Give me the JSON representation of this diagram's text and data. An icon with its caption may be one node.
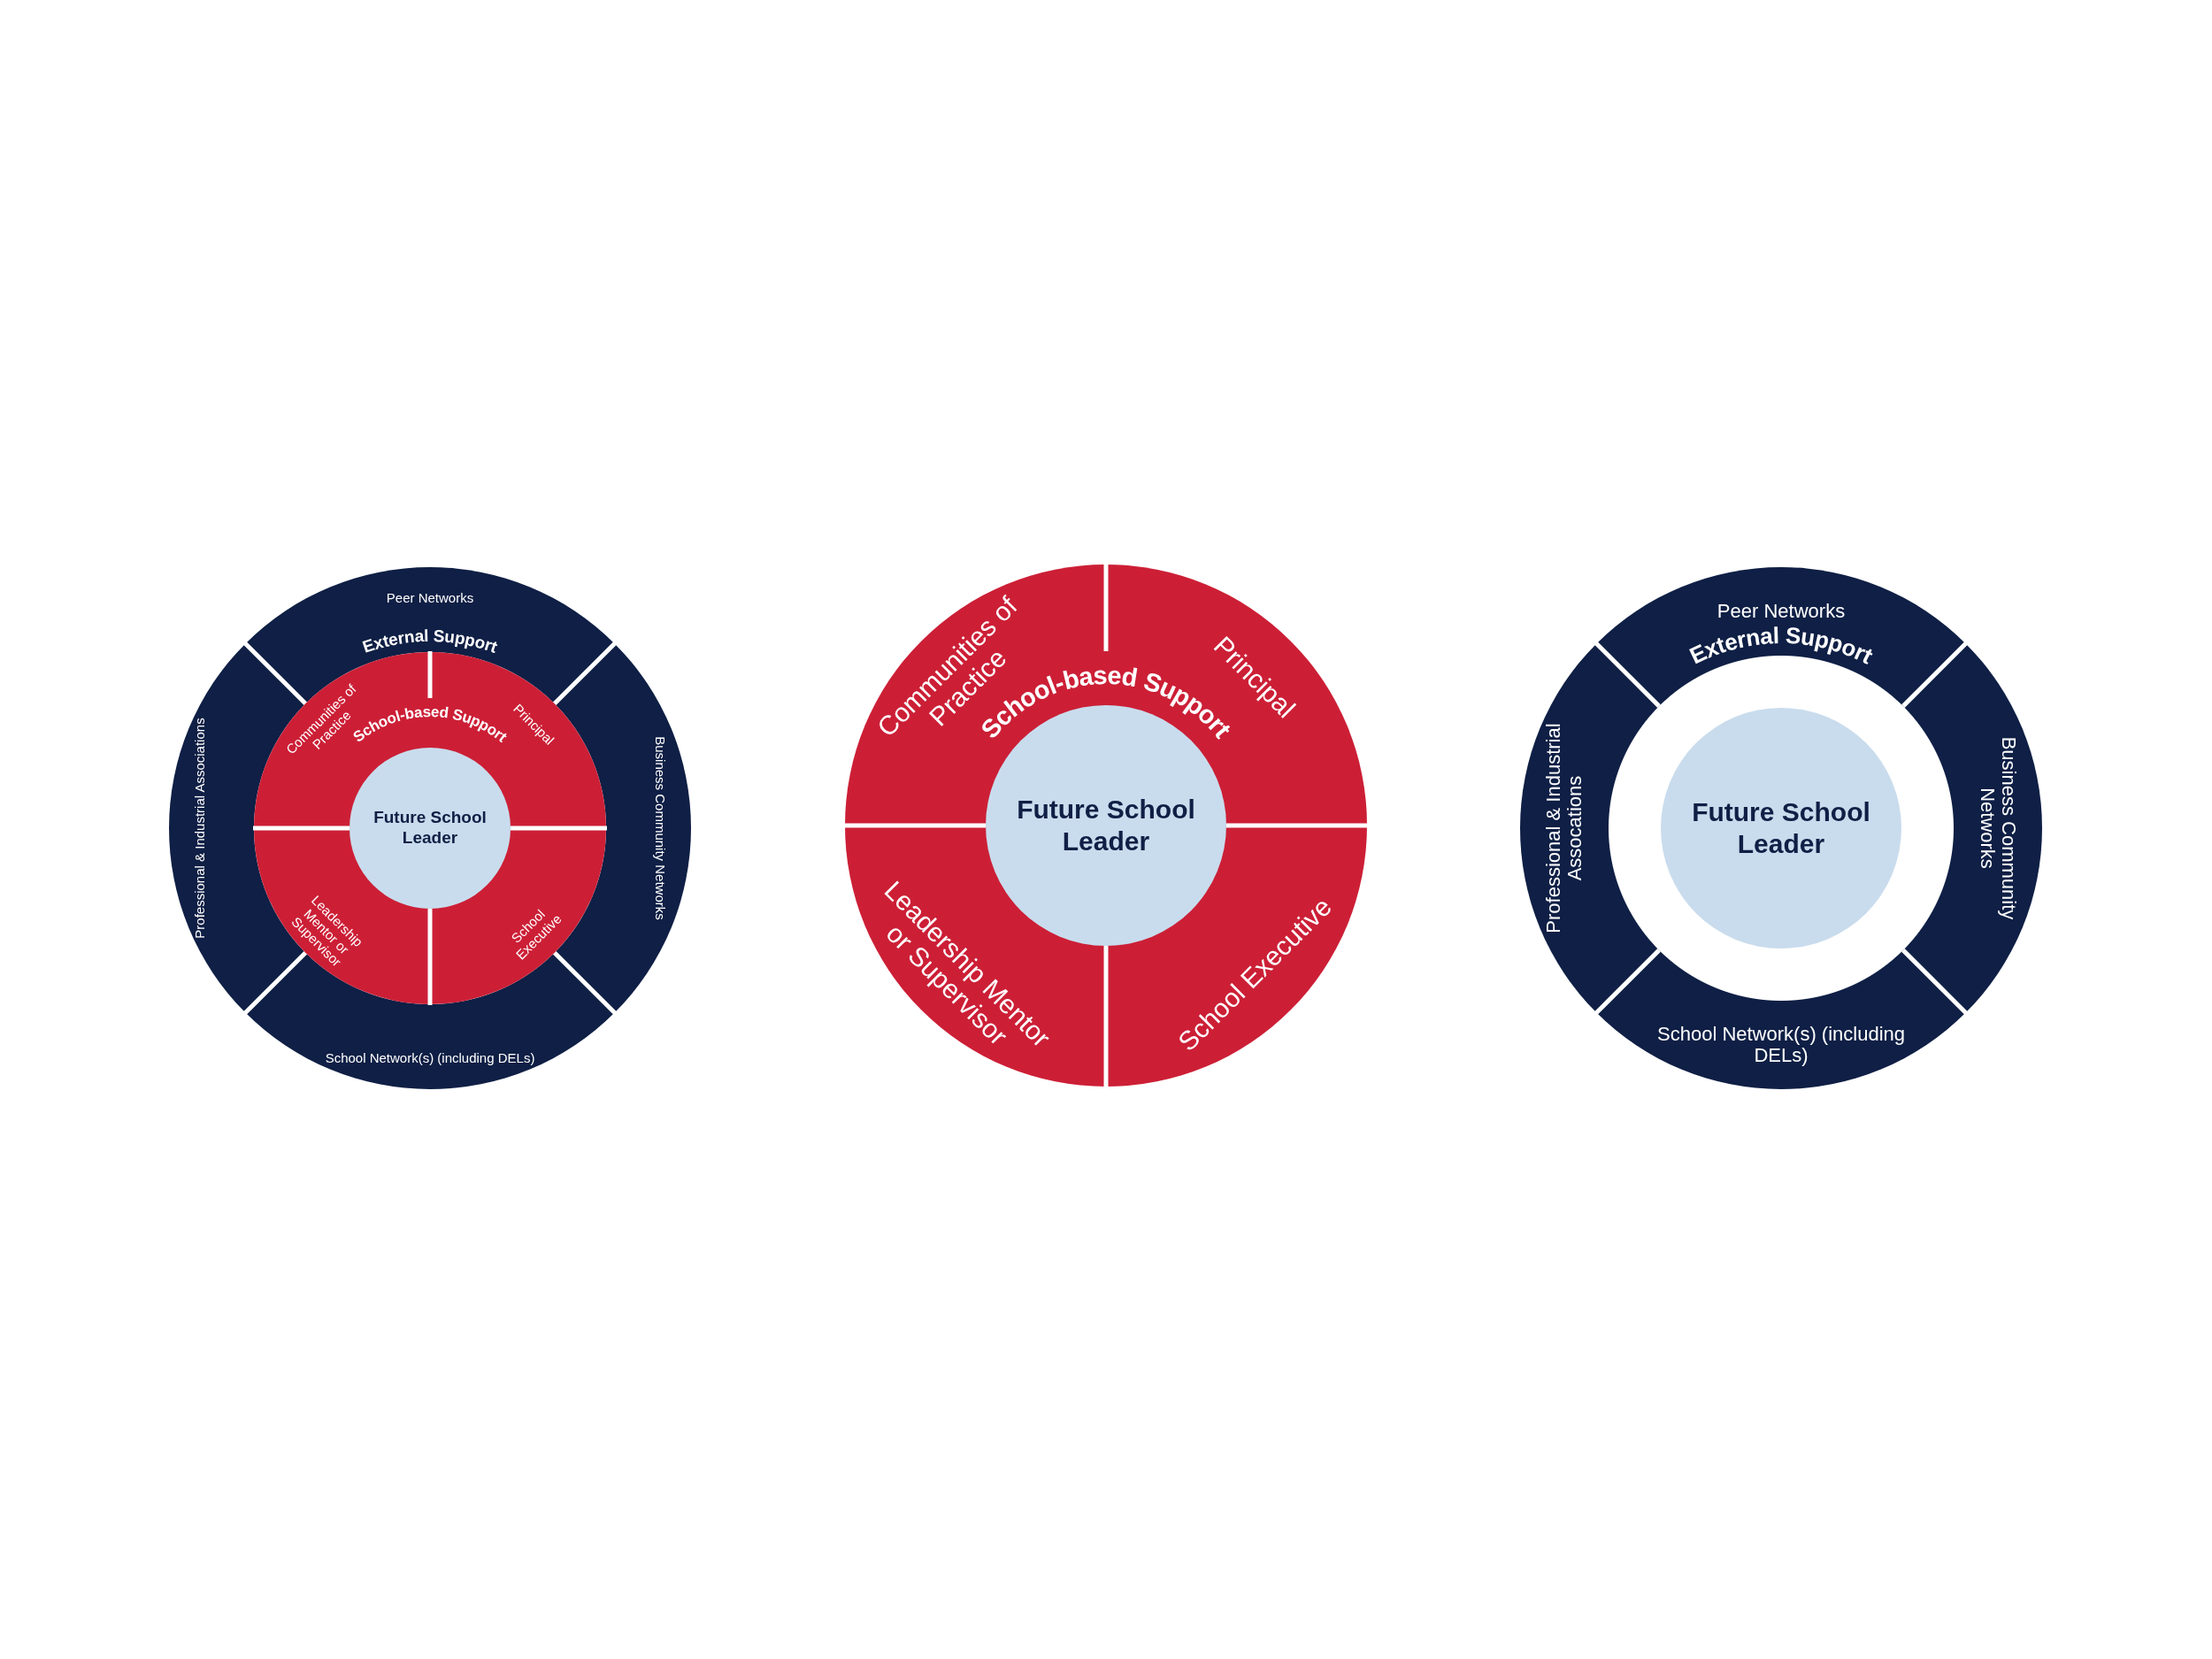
{
  "diagram": {
    "nodes": [
      {
        "text": [
          "External Support"
        ]
      },
      {
        "text": [
          "Peer Networks"
        ],
        "in": 0
      },
      {
        "text": [
          "Business Community Networks"
        ],
        "in": 0
      },
      {
        "text": [
          "School Network(s) (including DELs)"
        ],
        "in": 0
      },
      {
        "text": [
          "Professional & Industrial Associations"
        ],
        "in": 0
      },
      {
        "text": [
          "School-based Support"
        ],
        "in": 0
      },
      {
        "text": [
          "Communities of Practice"
        ],
        "in": 5
      },
      {
        "text": [
          "Principal"
        ],
        "in": 5
      },
      {
        "text": [
          "School Executive"
        ],
        "in": 5
      },
      {
        "text": [
          "Leadership Mentor or Supervisor"
        ],
        "in": 5
      },
      {
        "text": [
          "Future School Leader"
        ],
        "in": 5
      },
      {
        "text": [
          "School-based Support"
        ]
      },
      {
        "text": [
          "Communities of Practice"
        ],
        "in": 11
      },
      {
        "text": [
          "Principal"
        ],
        "in": 11
      },
      {
        "text": [
          "School Executive"
        ],
        "in": 11
      },
      {
        "text": [
          "Leadership Mentor or Supervisor"
        ],
        "in": 11
      },
      {
        "text": [
          "Future School Leader"
        ],
        "in": 11
      },
      {
        "text": [
          "External Support"
        ]
      },
      {
        "text": [
          "Peer Networks"
        ],
        "in": 17
      },
      {
        "text": [
          "Business Community Networks"
        ],
        "in": 17
      },
      {
        "text": [
          "School Network(s) (including DELs)"
        ],
        "in": 17
      },
      {
        "text": [
          "Professional & Industrial Assocations"
        ],
        "in": 17
      },
      {
        "text": [
          "Future School Leader"
        ],
        "in": 17
      }
    ]
  }
}
